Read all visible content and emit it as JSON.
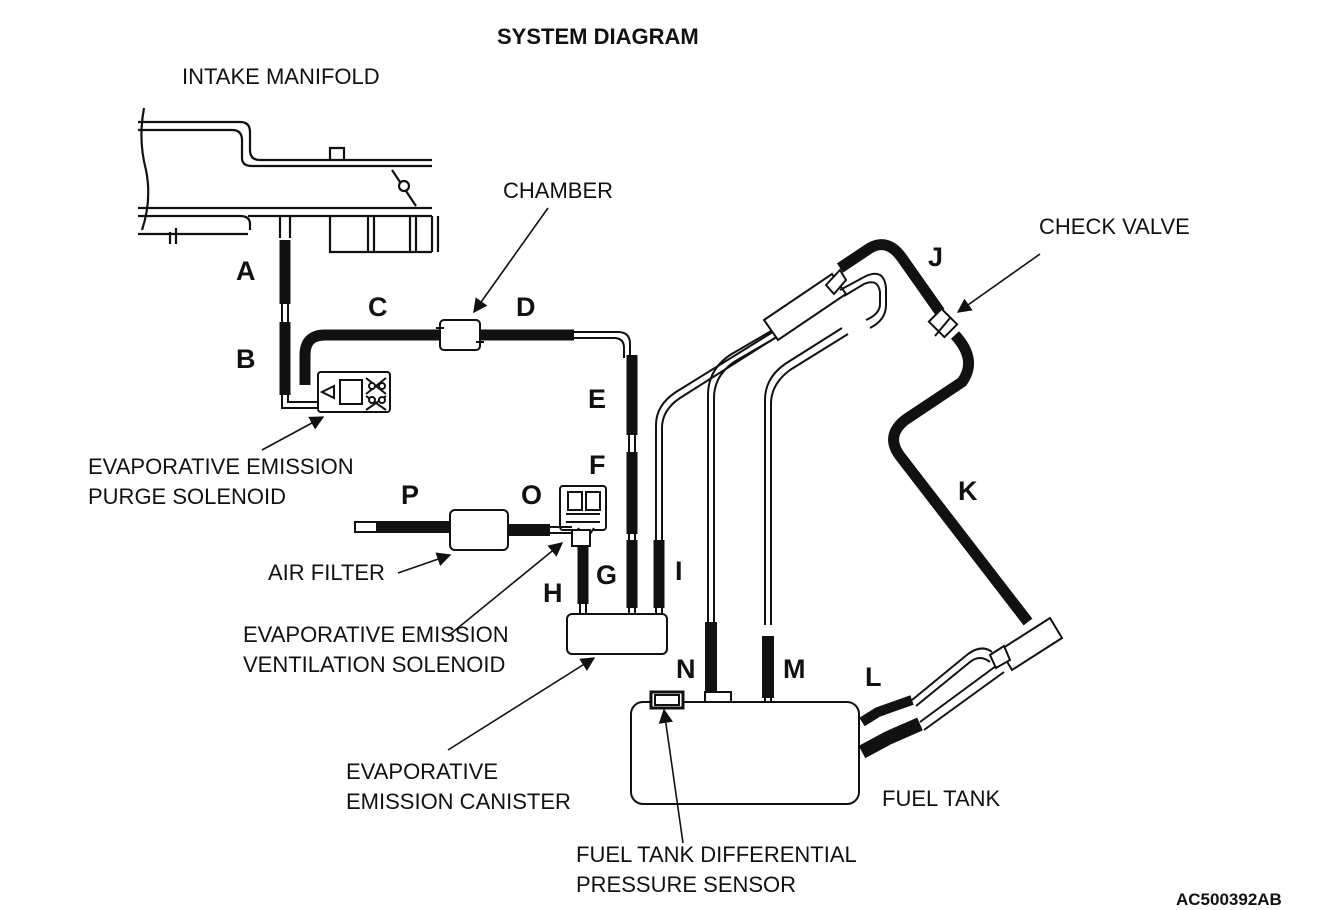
{
  "title": "SYSTEM DIAGRAM",
  "figure_code": "AC500392AB",
  "components": {
    "intake_manifold": "INTAKE MANIFOLD",
    "chamber": "CHAMBER",
    "check_valve": "CHECK VALVE",
    "purge_solenoid": [
      "EVAPORATIVE EMISSION",
      "PURGE SOLENOID"
    ],
    "air_filter": "AIR FILTER",
    "ventilation_solenoid": [
      "EVAPORATIVE EMISSION",
      "VENTILATION SOLENOID"
    ],
    "canister": [
      "EVAPORATIVE",
      "EMISSION CANISTER"
    ],
    "fuel_tank": "FUEL TANK",
    "pressure_sensor": [
      "FUEL TANK DIFFERENTIAL",
      "PRESSURE SENSOR"
    ]
  },
  "hose_labels": {
    "A": "A",
    "B": "B",
    "C": "C",
    "D": "D",
    "E": "E",
    "F": "F",
    "G": "G",
    "H": "H",
    "I": "I",
    "J": "J",
    "K": "K",
    "L": "L",
    "M": "M",
    "N": "N",
    "O": "O",
    "P": "P"
  }
}
